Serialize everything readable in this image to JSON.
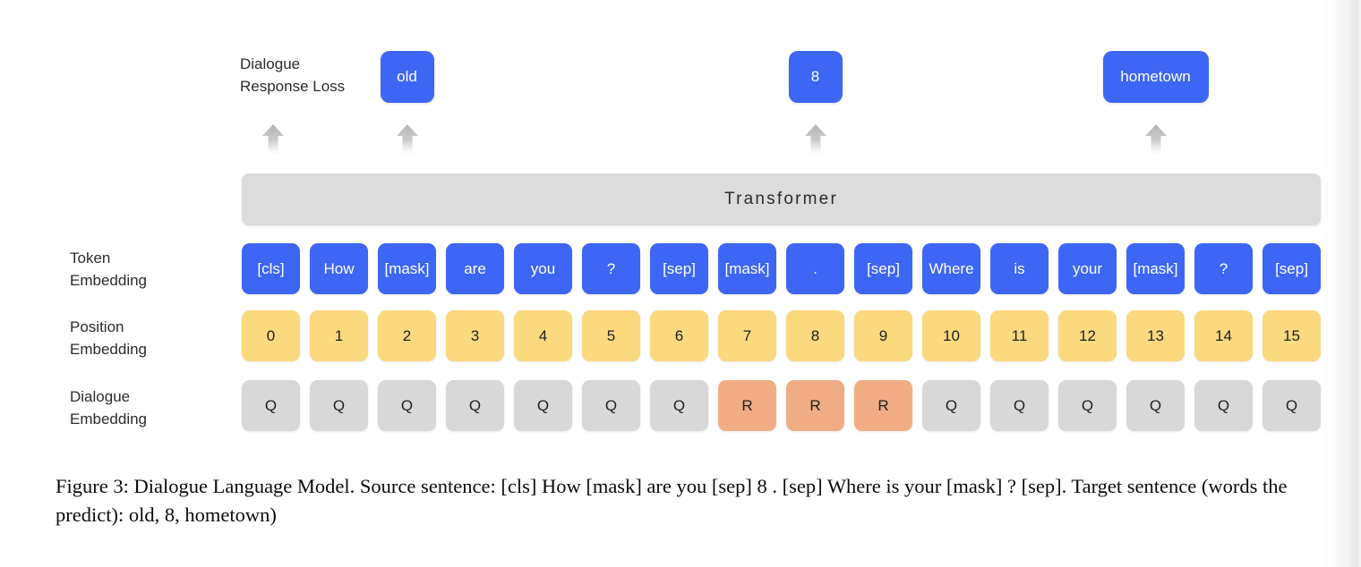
{
  "figure": {
    "title": "Dialogue Language Model",
    "caption": "Figure 3: Dialogue Language Model. Source sentence: [cls] How [mask] are you  [sep] 8 . [sep] Where is your [mask] ? [sep]. Target sentence (words the predict): old, 8, hometown)"
  },
  "colors": {
    "token_blue": "#3d66f5",
    "position_yellow": "#fad97f",
    "dialogue_q_gray": "#d8d8d8",
    "dialogue_r_orange": "#f0ad85",
    "transformer_gray": "#dcdcdc",
    "arrow_gray": "#b9b9b9",
    "text_dark": "#2b2b2b",
    "text_light": "#ffffff"
  },
  "labels": {
    "dialogue_response_loss": "Dialogue\nResponse Loss",
    "token_embedding": "Token\nEmbedding",
    "position_embedding": "Position\nEmbedding",
    "dialogue_embedding": "Dialogue\nEmbedding",
    "transformer": "Transformer"
  },
  "predictions": [
    {
      "label": "old",
      "column": 2,
      "width": 60
    },
    {
      "label": "8",
      "column": 8,
      "width": 60
    },
    {
      "label": "hometown",
      "column": 13,
      "width": 118
    }
  ],
  "arrows": [
    {
      "name": "loss-arrow",
      "column": -1
    },
    {
      "name": "prediction-arrow-old",
      "column": 2
    },
    {
      "name": "prediction-arrow-8",
      "column": 8
    },
    {
      "name": "prediction-arrow-hometown",
      "column": 13
    }
  ],
  "rows": {
    "token_embedding": [
      "[cls]",
      "How",
      "[mask]",
      "are",
      "you",
      "?",
      "[sep]",
      "[mask]",
      ".",
      "[sep]",
      "Where",
      "is",
      "your",
      "[mask]",
      "?",
      "[sep]"
    ],
    "position_embedding": [
      "0",
      "1",
      "2",
      "3",
      "4",
      "5",
      "6",
      "7",
      "8",
      "9",
      "10",
      "11",
      "12",
      "13",
      "14",
      "15"
    ],
    "dialogue_embedding": [
      "Q",
      "Q",
      "Q",
      "Q",
      "Q",
      "Q",
      "Q",
      "R",
      "R",
      "R",
      "Q",
      "Q",
      "Q",
      "Q",
      "Q",
      "Q"
    ]
  },
  "source_sentence": "[cls] How [mask] are you  [sep] 8 . [sep] Where is your [mask] ? [sep]",
  "target_sentence": "old, 8, hometown"
}
